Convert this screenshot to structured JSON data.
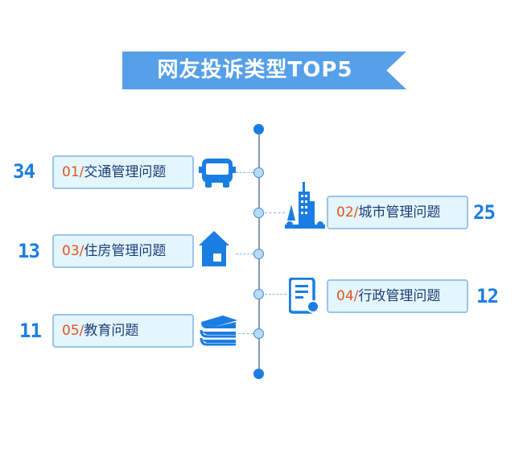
{
  "title": "网友投诉类型TOP5",
  "items": [
    {
      "rank": "01/",
      "label": "交通管理问题",
      "count": "34",
      "icon": "bus-icon"
    },
    {
      "rank": "02/",
      "label": "城市管理问题",
      "count": "25",
      "icon": "city-buildings-icon"
    },
    {
      "rank": "03/",
      "label": "住房管理问题",
      "count": "13",
      "icon": "house-icon"
    },
    {
      "rank": "04/",
      "label": "行政管理问题",
      "count": "12",
      "icon": "document-gear-icon"
    },
    {
      "rank": "05/",
      "label": "教育问题",
      "count": "11",
      "icon": "books-icon"
    }
  ],
  "colors": {
    "accent": "#1a7de3",
    "banner": "#55a0e8",
    "rank": "#e2541f"
  }
}
